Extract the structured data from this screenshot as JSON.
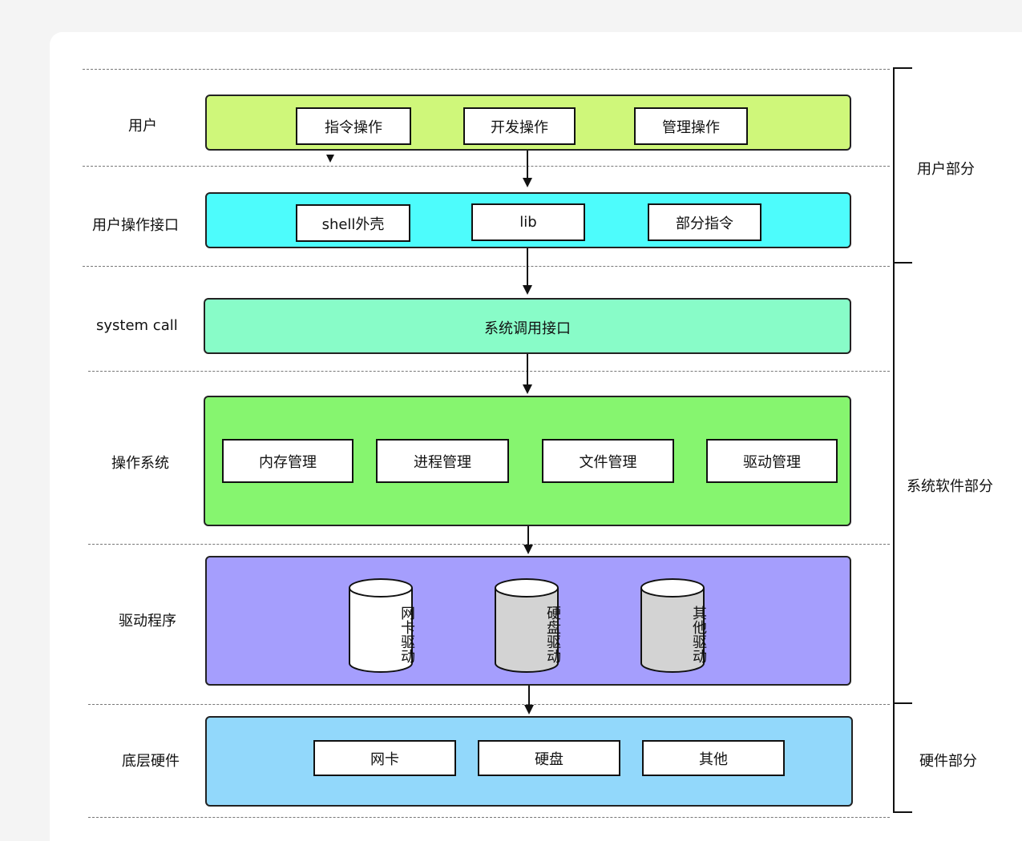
{
  "rows": {
    "user": "用户",
    "user_interface": "用户操作接口",
    "system_call": "system call",
    "os": "操作系统",
    "drivers": "驱动程序",
    "hardware": "底层硬件"
  },
  "user_layer": {
    "items": [
      "指令操作",
      "开发操作",
      "管理操作"
    ]
  },
  "interface_layer": {
    "items": [
      "shell外壳",
      "lib",
      "部分指令"
    ]
  },
  "syscall_layer": {
    "label": "系统调用接口"
  },
  "os_layer": {
    "items": [
      "内存管理",
      "进程管理",
      "文件管理",
      "驱动管理"
    ]
  },
  "driver_layer": {
    "items": [
      "网卡驱动",
      "硬盘驱动",
      "其他驱动"
    ]
  },
  "hardware_layer": {
    "items": [
      "网卡",
      "硬盘",
      "其他"
    ]
  },
  "sections": {
    "user_part": "用户部分",
    "system_software_part": "系统软件部分",
    "hardware_part": "硬件部分"
  },
  "colors": {
    "user_layer": "#cff77a",
    "interface_layer": "#4dfcfc",
    "syscall_layer": "#88fcc8",
    "os_layer": "#86f56f",
    "driver_layer": "#a59efd",
    "hardware_layer": "#92d8fb",
    "cyl_white": "#ffffff",
    "cyl_gray": "#d3d3d3"
  }
}
